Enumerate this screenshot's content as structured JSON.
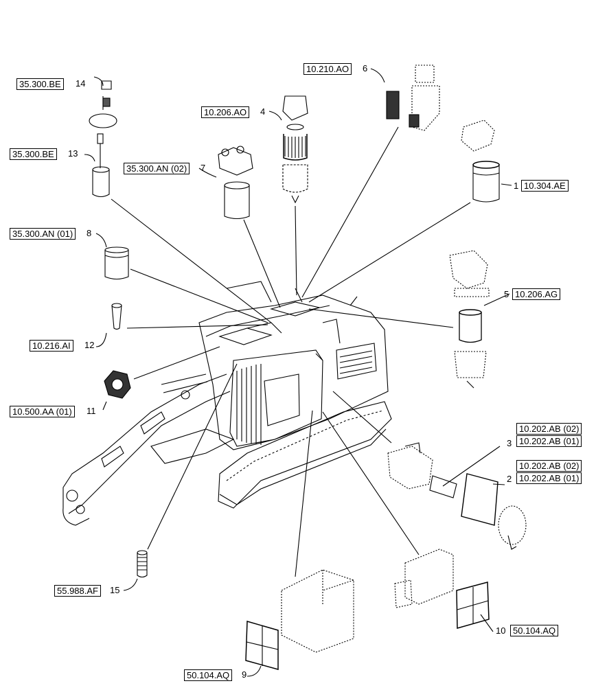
{
  "parts": [
    {
      "id": "p1",
      "num": "1",
      "refs": [
        "10.304.AE"
      ]
    },
    {
      "id": "p2",
      "num": "2",
      "refs": [
        "10.202.AB (02)",
        "10.202.AB (01)"
      ]
    },
    {
      "id": "p3",
      "num": "3",
      "refs": [
        "10.202.AB (02)",
        "10.202.AB (01)"
      ]
    },
    {
      "id": "p4",
      "num": "4",
      "refs": [
        "10.206.AO"
      ]
    },
    {
      "id": "p5",
      "num": "5",
      "refs": [
        "10.206.AG"
      ]
    },
    {
      "id": "p6",
      "num": "6",
      "refs": [
        "10.210.AO"
      ]
    },
    {
      "id": "p7",
      "num": "7",
      "refs": [
        "35.300.AN (02)"
      ]
    },
    {
      "id": "p8",
      "num": "8",
      "refs": [
        "35.300.AN (01)"
      ]
    },
    {
      "id": "p9",
      "num": "9",
      "refs": [
        "50.104.AQ"
      ]
    },
    {
      "id": "p10",
      "num": "10",
      "refs": [
        "50.104.AQ"
      ]
    },
    {
      "id": "p11",
      "num": "11",
      "refs": [
        "10.500.AA (01)"
      ]
    },
    {
      "id": "p12",
      "num": "12",
      "refs": [
        "10.216.AI"
      ]
    },
    {
      "id": "p13",
      "num": "13",
      "refs": [
        "35.300.BE"
      ]
    },
    {
      "id": "p14",
      "num": "14",
      "refs": [
        "35.300.BE"
      ]
    },
    {
      "id": "p15",
      "num": "15",
      "refs": [
        "55.988.AF"
      ]
    }
  ],
  "colors": {
    "line": "#000000",
    "fill": "#ffffff",
    "shade": "#555555"
  }
}
